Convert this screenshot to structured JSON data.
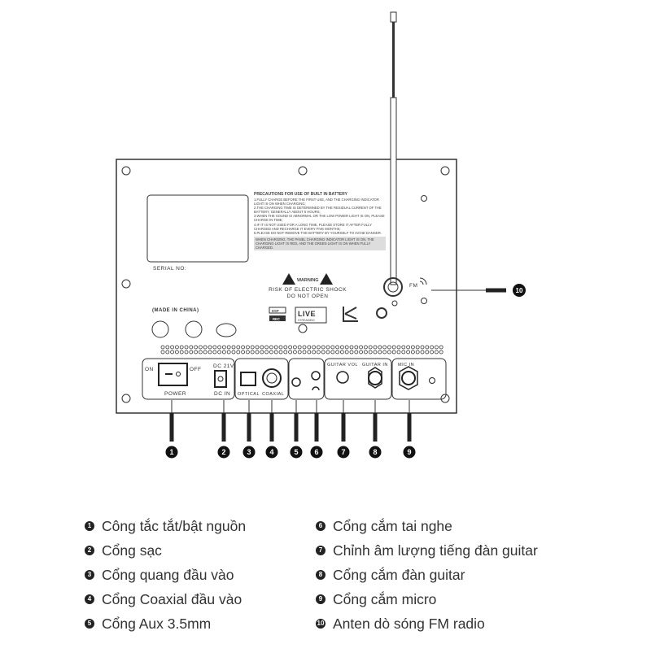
{
  "panel": {
    "serial_label": "SERIAL NO:",
    "made_in": "(MADE IN CHINA)",
    "battery_title": "PRECAUTIONS FOR USE OF BUILT IN BATTERY",
    "battery_lines": [
      "1.FULLY CHARGE BEFORE THE FIRST USE, AND THE CHARGING INDICATOR LIGHT IS ON WHEN CHARGING;",
      "2.THE CHARGING TIME IS DETERMINED BY THE RESIDUAL CURRENT OF THE BATTERY, GENERALLY ABOUT 5 HOURS;",
      "3.WHEN THE SOUND IS ABNORMAL OR THE LOW POWER LIGHT IS ON, PLEASE CHARGE IN TIME;",
      "4.IF IT IS NOT USED FOR A LONG TIME, PLEASE STORE IT AFTER FULLY CHARGED AND RECHARGE IT EVERY FIVE MONTHS;",
      "5.PLEASE DO NOT REMOVE THE BATTERY BY YOURSELF TO AVOID DANGER."
    ],
    "battery_note_1": "WHEN CHARGING, THE PANEL CHARGING INDICATOR LIGHT IS ON, THE",
    "battery_note_2": "CHARGING LIGHT IS RED, AND THE GREEN LIGHT IS ON WHEN FULLY CHARGED.",
    "warning": "WARNING",
    "warning_line1": "RISK OF ELECTRIC SHOCK",
    "warning_line2": "DO NOT OPEN",
    "fm": "FM",
    "dsp": "DSP",
    "rec": "REC",
    "live": "LIVE",
    "streaming": "STREAMING",
    "on": "ON",
    "off": "OFF",
    "power": "POWER",
    "dc21v": "DC 21V",
    "dcin": "DC IN",
    "optical": "OPTICAL",
    "coaxial": "COAXIAL",
    "guitar_vol": "GUITAR VOL",
    "guitar_in": "GUITAR IN",
    "mic_in": "MIC IN"
  },
  "callouts": [
    "1",
    "2",
    "3",
    "4",
    "5",
    "6",
    "7",
    "8",
    "9",
    "10"
  ],
  "legend": {
    "left": [
      {
        "num": "1",
        "text": "Công tắc tắt/bật nguồn"
      },
      {
        "num": "2",
        "text": "Cổng sạc"
      },
      {
        "num": "3",
        "text": "Cổng quang đầu vào"
      },
      {
        "num": "4",
        "text": "Cổng Coaxial đầu vào"
      },
      {
        "num": "5",
        "text": "Cổng Aux 3.5mm"
      }
    ],
    "right": [
      {
        "num": "6",
        "text": "Cổng cắm tai nghe"
      },
      {
        "num": "7",
        "text": "Chỉnh âm lượng tiếng đàn guitar"
      },
      {
        "num": "8",
        "text": "Cổng cắm đàn guitar"
      },
      {
        "num": "9",
        "text": "Cổng cắm micro"
      },
      {
        "num": "10",
        "text": "Anten dò sóng FM radio"
      }
    ]
  }
}
